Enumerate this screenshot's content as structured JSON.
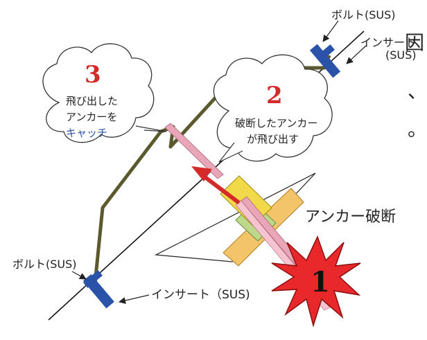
{
  "edge_fragments": [
    "因",
    "、",
    "。"
  ],
  "callouts": {
    "step3": {
      "number": "3",
      "line1": "飛び出した",
      "line2": "アンカーを",
      "line3": "キャッチ"
    },
    "step2": {
      "number": "2",
      "line1": "破断したアンカー",
      "line2": "が飛び出す"
    },
    "step1": {
      "number": "1"
    }
  },
  "labels": {
    "bolt_top": "ボルト(SUS)",
    "insert_top_1": "インサート",
    "insert_top_2": "(SUS)",
    "bolt_bottom": "ボルト(SUS)",
    "insert_bottom": "インサート（SUS)",
    "anchor_break": "アンカー破断"
  },
  "colors": {
    "cable": "#5a5a2e",
    "bolt": "#2a52a8",
    "arrow_red": "#d42a2a",
    "burst_red": "#e8282a",
    "catch_text": "#2a52a8",
    "number_red": "#d42a2a",
    "plate_orange": "#f3c46a",
    "plate_green": "#bcd98a",
    "plate_yellow": "#f1d94a",
    "anchor_pink": "#e9a6b8"
  }
}
